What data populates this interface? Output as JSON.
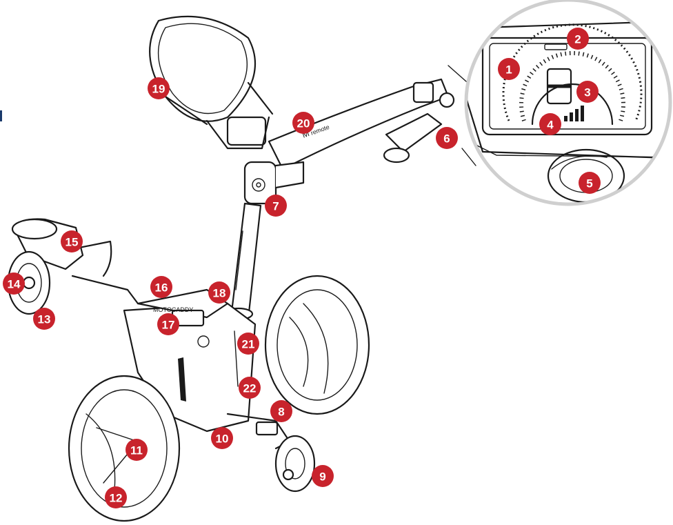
{
  "logo": {
    "prefix": "M",
    "text": "remote",
    "brand": "MOTOCADDY"
  },
  "callouts": [
    {
      "n": "1"
    },
    {
      "n": "2"
    },
    {
      "n": "3"
    },
    {
      "n": "4"
    },
    {
      "n": "5"
    },
    {
      "n": "6"
    },
    {
      "n": "7"
    },
    {
      "n": "8"
    },
    {
      "n": "9"
    },
    {
      "n": "10"
    },
    {
      "n": "11"
    },
    {
      "n": "12"
    },
    {
      "n": "13"
    },
    {
      "n": "14"
    },
    {
      "n": "15"
    },
    {
      "n": "16"
    },
    {
      "n": "17"
    },
    {
      "n": "18"
    },
    {
      "n": "19"
    },
    {
      "n": "20"
    },
    {
      "n": "21"
    },
    {
      "n": "22"
    }
  ],
  "colors": {
    "callout": "#c8232c",
    "ink": "#1a1a1a",
    "zoom_ring": "#cccccc"
  }
}
